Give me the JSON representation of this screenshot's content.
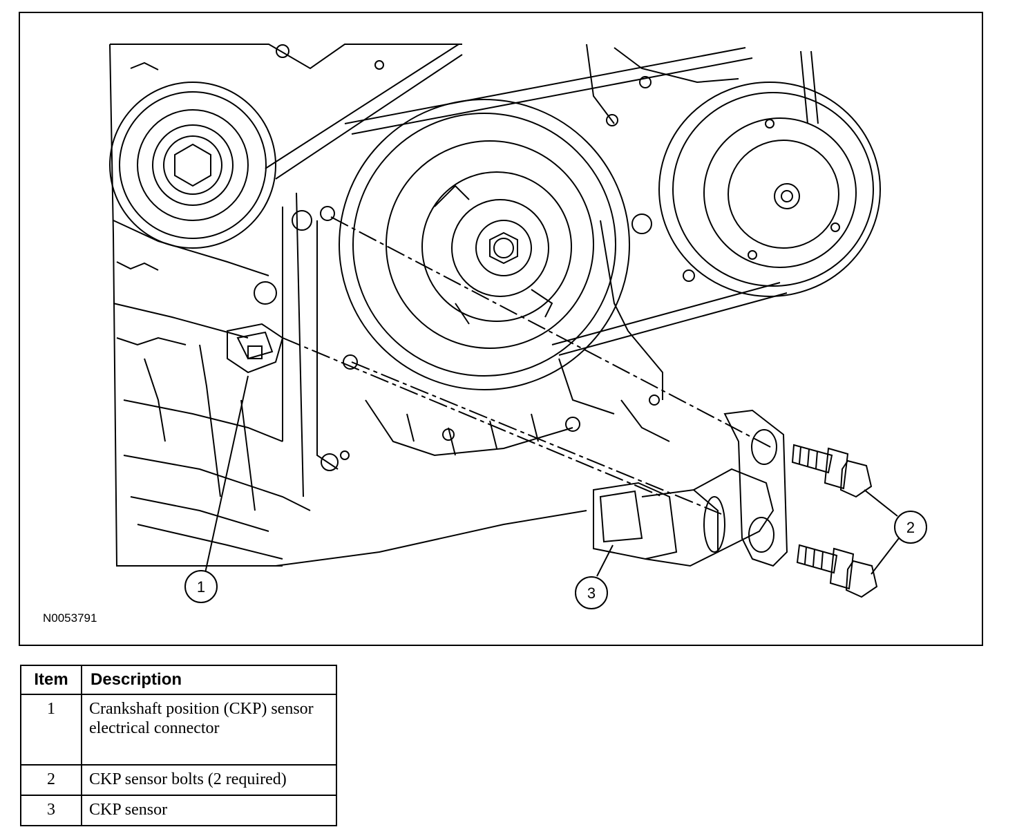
{
  "figure": {
    "id": "N0053791",
    "callouts": [
      "1",
      "2",
      "3"
    ]
  },
  "legend": {
    "headers": {
      "item": "Item",
      "description": "Description"
    },
    "rows": [
      {
        "item": "1",
        "description": "Crankshaft position (CKP) sensor electrical connector"
      },
      {
        "item": "2",
        "description": "CKP sensor bolts (2 required)"
      },
      {
        "item": "3",
        "description": "CKP sensor"
      }
    ]
  }
}
